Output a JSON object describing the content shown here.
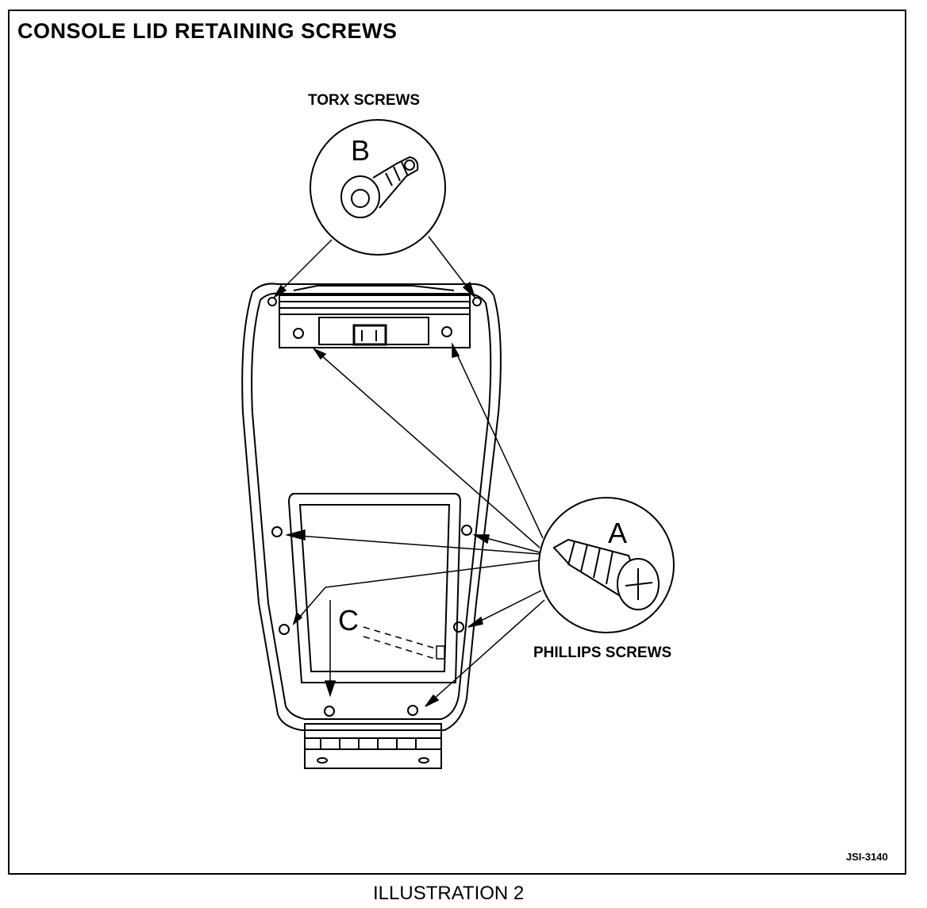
{
  "title": "CONSOLE LID RETAINING SCREWS",
  "labels": {
    "torx": "TORX SCREWS",
    "phillips": "PHILLIPS SCREWS",
    "letter_a": "A",
    "letter_b": "B",
    "letter_c": "C"
  },
  "figure_code": "JSI-3140",
  "caption": "ILLUSTRATION 2"
}
